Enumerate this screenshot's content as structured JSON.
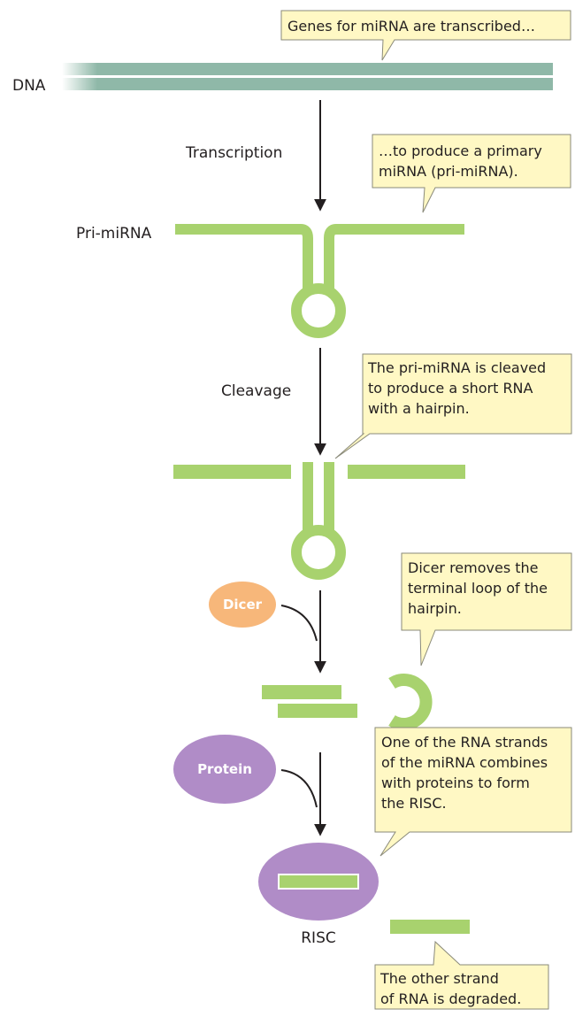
{
  "labels": {
    "dna": "DNA",
    "transcription": "Transcription",
    "pri_mirna": "Pri-miRNA",
    "cleavage": "Cleavage",
    "risc": "RISC"
  },
  "molecules": {
    "dicer": "Dicer",
    "protein": "Protein"
  },
  "callouts": {
    "genes": [
      "Genes for miRNA are transcribed…"
    ],
    "pri": [
      "…to produce a primary",
      "miRNA (pri-miRNA)."
    ],
    "cleave": [
      "The pri-miRNA is cleaved",
      "to produce a short RNA",
      "with a hairpin."
    ],
    "dicer": [
      "Dicer removes the",
      "terminal loop of the",
      "hairpin."
    ],
    "risc": [
      "One of the RNA strands",
      "of the miRNA combines",
      "with proteins to form",
      "the RISC."
    ],
    "degraded": [
      "The other strand",
      "of RNA is degraded."
    ]
  },
  "colors": {
    "dna": "#8fb8a8",
    "rna": "#a8d26e",
    "dicer": "#f7b77a",
    "protein": "#b08cc7",
    "callout_fill": "#fff8c4",
    "callout_stroke": "#8a8a7a",
    "arrow": "#231f20"
  }
}
